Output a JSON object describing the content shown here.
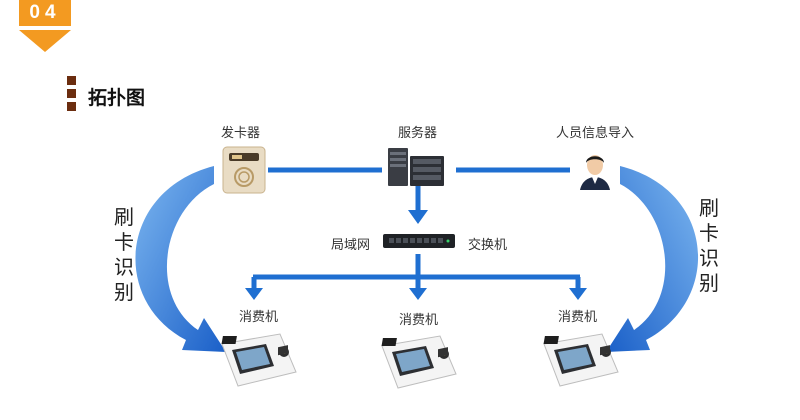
{
  "badge": {
    "number": "04"
  },
  "section": {
    "title": "拓扑图"
  },
  "nodes": {
    "card_issuer": "发卡器",
    "server": "服务器",
    "personnel_import": "人员信息导入",
    "lan": "局域网",
    "switch": "交换机",
    "terminal_1": "消费机",
    "terminal_2": "消费机",
    "terminal_3": "消费机"
  },
  "side_labels": {
    "left": [
      "刷",
      "卡",
      "识",
      "别"
    ],
    "right": [
      "刷",
      "卡",
      "识",
      "别"
    ]
  },
  "colors": {
    "accent": "#f39a21",
    "link": "#1f6fd1",
    "title_mark": "#6b2d0f"
  }
}
